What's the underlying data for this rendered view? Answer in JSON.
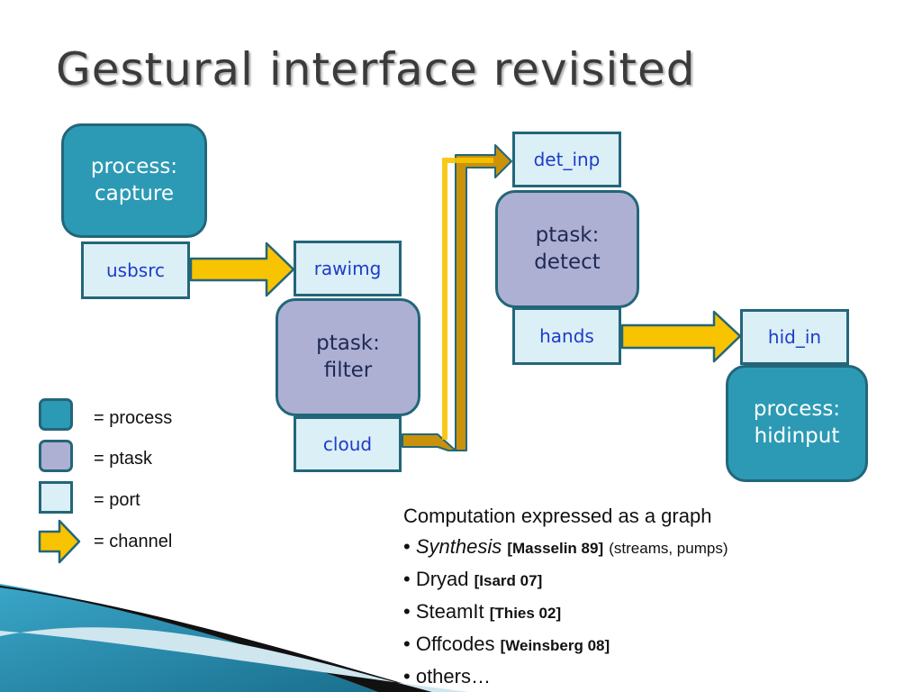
{
  "slide": {
    "title": "Gestural interface revisited"
  },
  "nodes": {
    "capture": "process:\ncapture",
    "usbsrc": "usbsrc",
    "rawimg": "rawimg",
    "filter": "ptask:\nfilter",
    "cloud": "cloud",
    "det_inp": "det_inp",
    "detect": "ptask:\ndetect",
    "hands": "hands",
    "hid_in": "hid_in",
    "hidinput": "process:\nhidinput"
  },
  "legend": {
    "process": "= process",
    "ptask": "= ptask",
    "port": "= port",
    "channel": "= channel"
  },
  "notes": {
    "heading": "Computation expressed as a graph",
    "items": [
      {
        "bullet": "•",
        "name": "Synthesis",
        "italic": true,
        "ref": "[Masselin 89]",
        "extra": "(streams, pumps)"
      },
      {
        "bullet": "•",
        "name": "Dryad",
        "ref": "[Isard 07]"
      },
      {
        "bullet": "•",
        "name": "SteamIt",
        "ref": "[Thies 02]"
      },
      {
        "bullet": "•",
        "name": "Offcodes",
        "ref": "[Weinsberg 08]"
      },
      {
        "bullet": "•",
        "name": "others…"
      }
    ]
  },
  "colors": {
    "process_fill": "#2c9ab5",
    "ptask_fill": "#aeb0d3",
    "port_fill": "#dbeff6",
    "border": "#23667a",
    "channel_fill": "#f8c300",
    "channel_border": "#23667a"
  }
}
